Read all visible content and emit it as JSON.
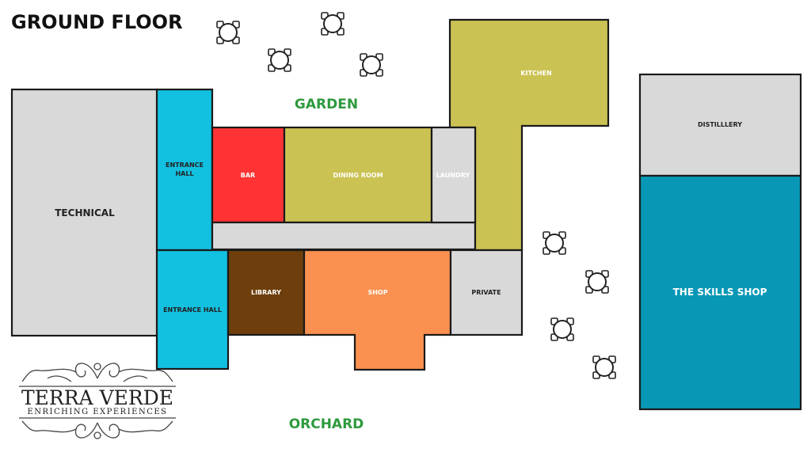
{
  "title": "GROUND FLOOR",
  "zones": {
    "garden": "GARDEN",
    "orchard": "ORCHARD"
  },
  "rooms": {
    "technical": "TECHNICAL",
    "entrance_hall_upper": [
      "ENTRANCE",
      "HALL"
    ],
    "entrance_hall_lower": "ENTRANCE HALL",
    "bar": "BAR",
    "dining_room": "DINING ROOM",
    "laundry": "LAUNDRY",
    "kitchen": "KITCHEN",
    "library": "LIBRARY",
    "shop": "SHOP",
    "private": "PRIVATE",
    "distillery": "DISTILLLERY",
    "skills_shop": "THE SKILLS SHOP"
  },
  "logo": {
    "name": "TERRA VERDE",
    "tagline": "ENRICHING EXPERIENCES"
  },
  "colors": {
    "grey": "#d9d9d9",
    "blue": "#12c0e0",
    "red": "#ff3333",
    "olive": "#cbc254",
    "brown": "#6e3f0c",
    "orange": "#fb9150",
    "teal": "#0898b6",
    "label_green": "#2e9a3e"
  },
  "icons": {
    "table": "round-table-with-four-chairs-icon"
  }
}
